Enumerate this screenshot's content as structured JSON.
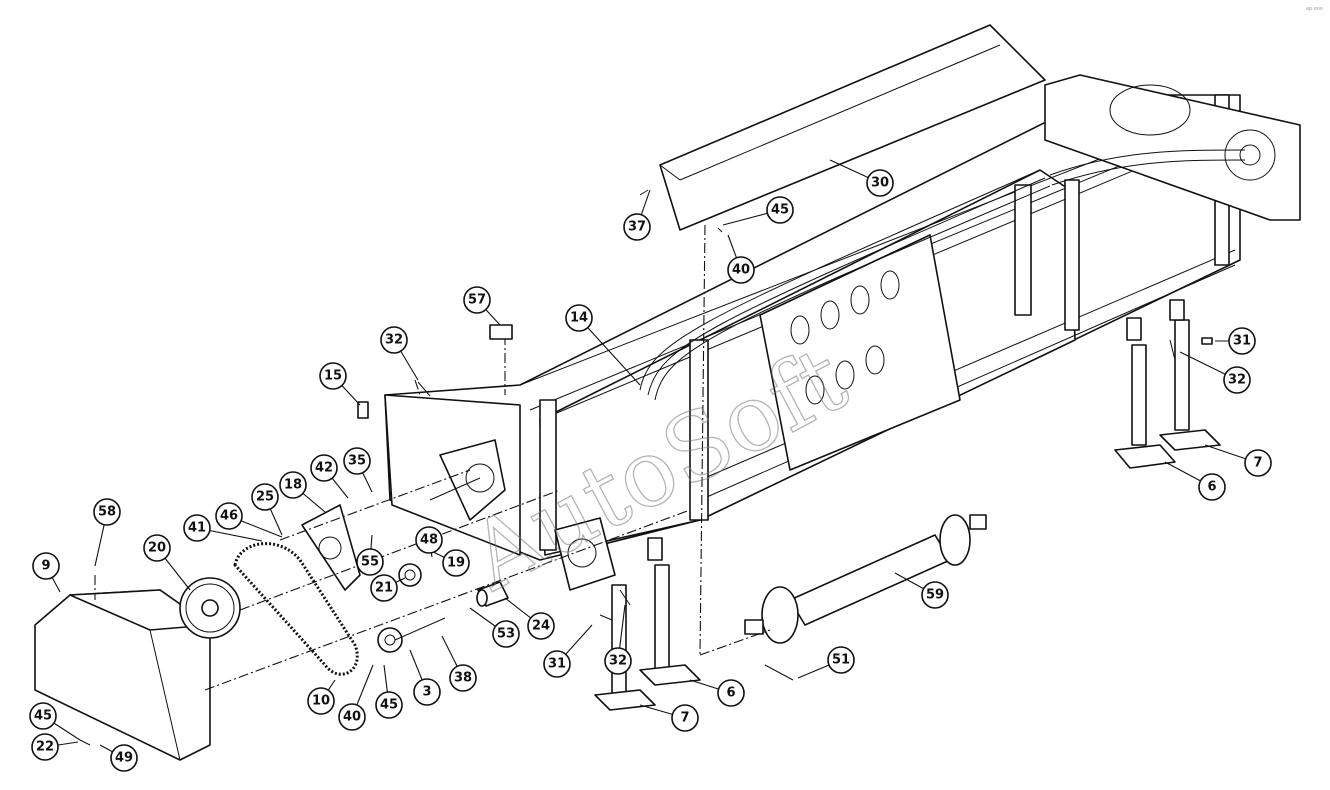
{
  "watermark": "AutoSoft",
  "corner_mark": "ap ooo",
  "callouts": [
    "3",
    "6",
    "6",
    "7",
    "7",
    "9",
    "10",
    "14",
    "15",
    "18",
    "19",
    "20",
    "21",
    "22",
    "24",
    "25",
    "30",
    "31",
    "31",
    "32",
    "32",
    "32",
    "35",
    "37",
    "38",
    "40",
    "40",
    "41",
    "42",
    "45",
    "45",
    "45",
    "46",
    "48",
    "49",
    "51",
    "53",
    "55",
    "57",
    "58",
    "59"
  ]
}
